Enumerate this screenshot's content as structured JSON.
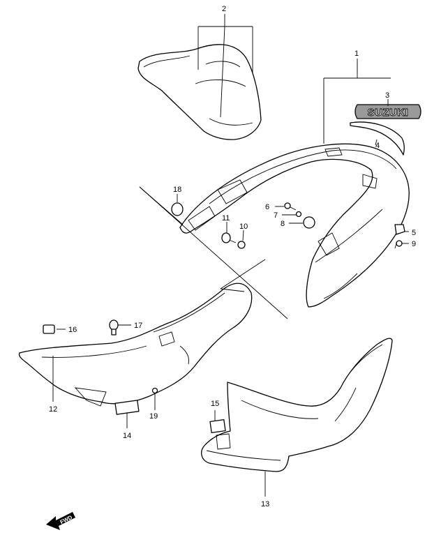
{
  "callouts": {
    "c1": "1",
    "c2": "2",
    "c3": "3",
    "c4": "4",
    "c5": "5",
    "c6": "6",
    "c7": "7",
    "c8": "8",
    "c9": "9",
    "c10": "10",
    "c11": "11",
    "c12": "12",
    "c13": "13",
    "c14": "14",
    "c15": "15",
    "c16": "16",
    "c17": "17",
    "c18": "18",
    "c19": "19"
  },
  "emblem": {
    "text": "SUZUKI"
  },
  "direction": {
    "label": "FWD"
  }
}
